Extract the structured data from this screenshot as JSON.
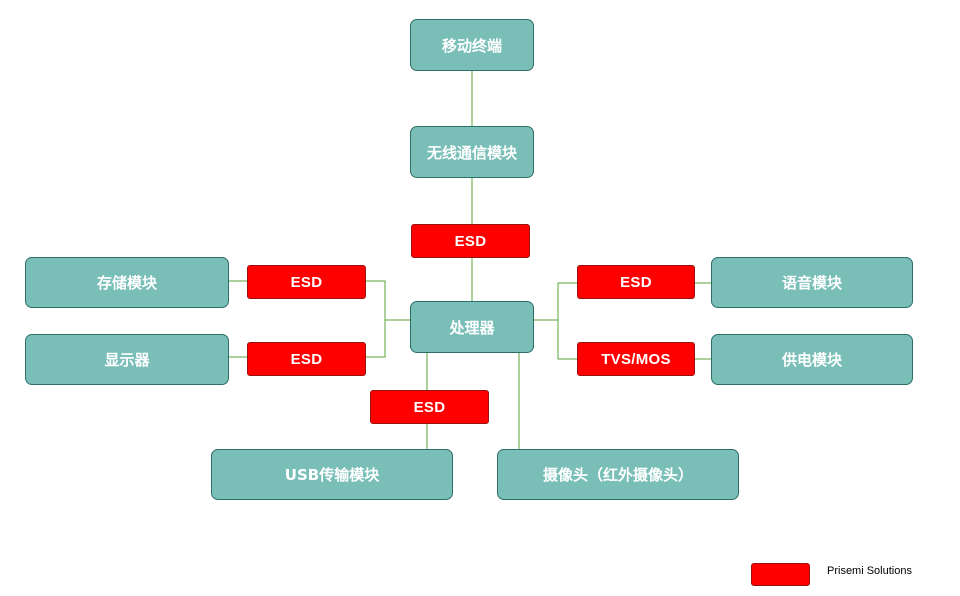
{
  "colors": {
    "module_fill": "#79bfb8",
    "protection_fill": "#ff0000",
    "connector": "#5aa53a"
  },
  "modules": {
    "mobile_terminal": "移动终端",
    "wireless": "无线通信模块",
    "storage": "存储模块",
    "display": "显示器",
    "processor": "处理器",
    "voice": "语音模块",
    "power": "供电模块",
    "usb": "USB传输模块",
    "camera": "摄像头（红外摄像头）"
  },
  "protection": {
    "top": "ESD",
    "storage": "ESD",
    "display": "ESD",
    "voice": "ESD",
    "power": "TVS/MOS",
    "usb": "ESD"
  },
  "legend": {
    "label": "Prisemi Solutions"
  }
}
